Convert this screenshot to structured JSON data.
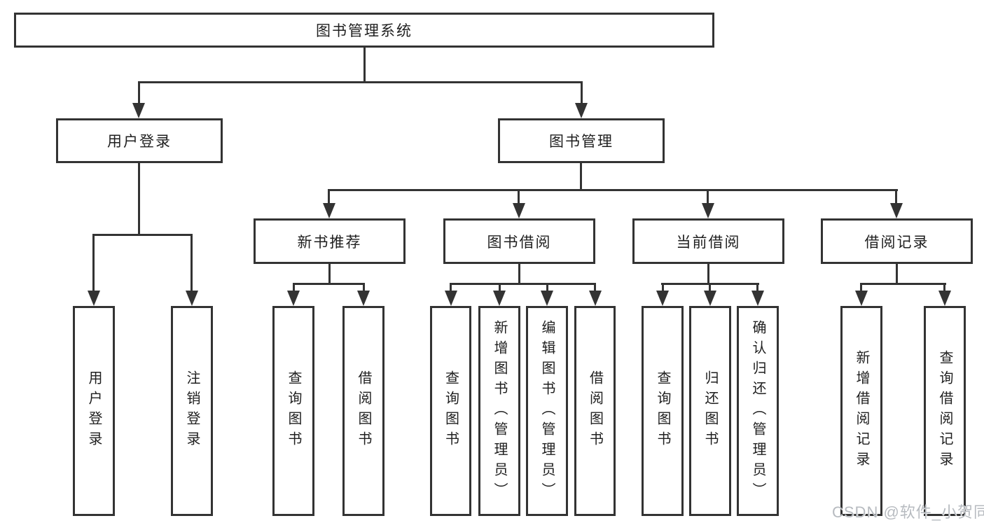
{
  "diagram": {
    "root": {
      "label": "图书管理系统"
    },
    "level2": [
      {
        "label": "用户登录"
      },
      {
        "label": "图书管理"
      }
    ],
    "level3": [
      {
        "label": "新书推荐"
      },
      {
        "label": "图书借阅"
      },
      {
        "label": "当前借阅"
      },
      {
        "label": "借阅记录"
      }
    ],
    "leaves": {
      "user_login": [
        "用户登录",
        "注销登录"
      ],
      "new_books": [
        "查询图书",
        "借阅图书"
      ],
      "borrowing": [
        "查询图书",
        "新增图书（管理员）",
        "编辑图书（管理员）",
        "借阅图书"
      ],
      "current": [
        "查询图书",
        "归还图书",
        "确认归还（管理员）"
      ],
      "records": [
        "新增借阅记录",
        "查询借阅记录"
      ]
    }
  },
  "watermark": {
    "text": "CSDN @软件_小贺同学"
  },
  "colors": {
    "line": "#333333",
    "background": "#ffffff",
    "watermark": "#b7bbc0"
  }
}
